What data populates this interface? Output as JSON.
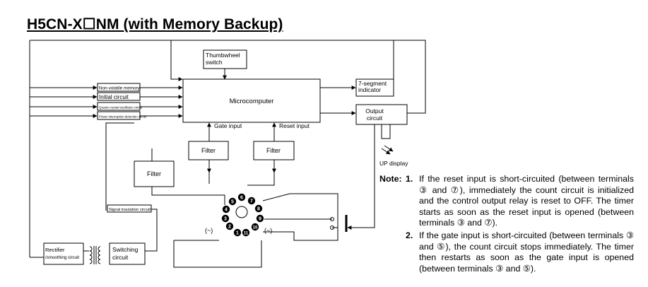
{
  "title": "H5CN-X☐NM (with Memory Backup)",
  "diagram": {
    "blocks": {
      "thumbwheel": [
        "Thumbwheel",
        "switch"
      ],
      "microcomputer": "Microcomputer",
      "seven_segment": [
        "7-segment",
        "indicator"
      ],
      "output_circuit": [
        "Output",
        "circuit"
      ],
      "filter_gate": "Filter",
      "filter_reset": "Filter",
      "filter_left": "Filter",
      "switching": [
        "Switching",
        "circuit"
      ],
      "rectifier": [
        "Rectifier",
        "/smoothing circuit"
      ],
      "signal_insulation": "Signal insulation circuit"
    },
    "side_circuits": [
      "Non-volatile memory",
      "Initial circuit",
      "Quartz-crystal oscillator circuit",
      "Power interruption detection circuit"
    ],
    "labels": {
      "gate_input": "Gate input",
      "reset_input": "Reset input",
      "up_display": "UP display",
      "ac_left": "(~)",
      "ac_right": "(~)"
    },
    "terminals": [
      "1",
      "2",
      "3",
      "4",
      "5",
      "6",
      "7",
      "8",
      "9",
      "10",
      "11"
    ]
  },
  "notes": {
    "lead": "Note:",
    "items": [
      {
        "num": "1.",
        "text": "If the reset input is short-circuited (between terminals ③ and ⑦), immediately the count circuit is initialized and the control output relay is reset to OFF. The timer starts as soon as the reset input is opened (between terminals ③ and ⑦)."
      },
      {
        "num": "2.",
        "text": "If the gate input is short-circuited (between terminals ③ and ⑤), the count circuit stops immediately. The timer then restarts as soon as the gate input is opened (between terminals ③ and ⑤)."
      }
    ]
  }
}
